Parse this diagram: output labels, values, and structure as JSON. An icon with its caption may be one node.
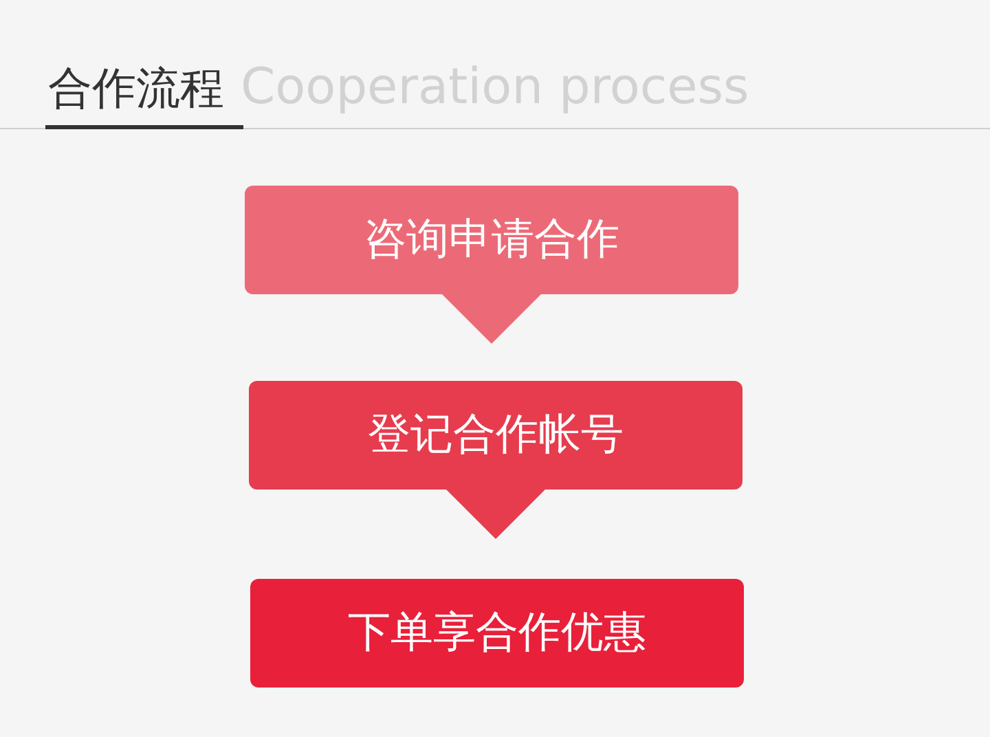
{
  "diagram": {
    "title": "合作流程",
    "nodes": [
      {
        "text": [
          "咨询申请合作"
        ]
      },
      {
        "text": [
          "登记合作帐号"
        ]
      },
      {
        "text": [
          "下单享合作优惠"
        ]
      }
    ],
    "edges": [
      {
        "from": 0,
        "to": 1,
        "arrow": "to"
      },
      {
        "from": 1,
        "to": 2,
        "arrow": "to"
      }
    ],
    "labels": [
      "Cooperation process"
    ]
  }
}
